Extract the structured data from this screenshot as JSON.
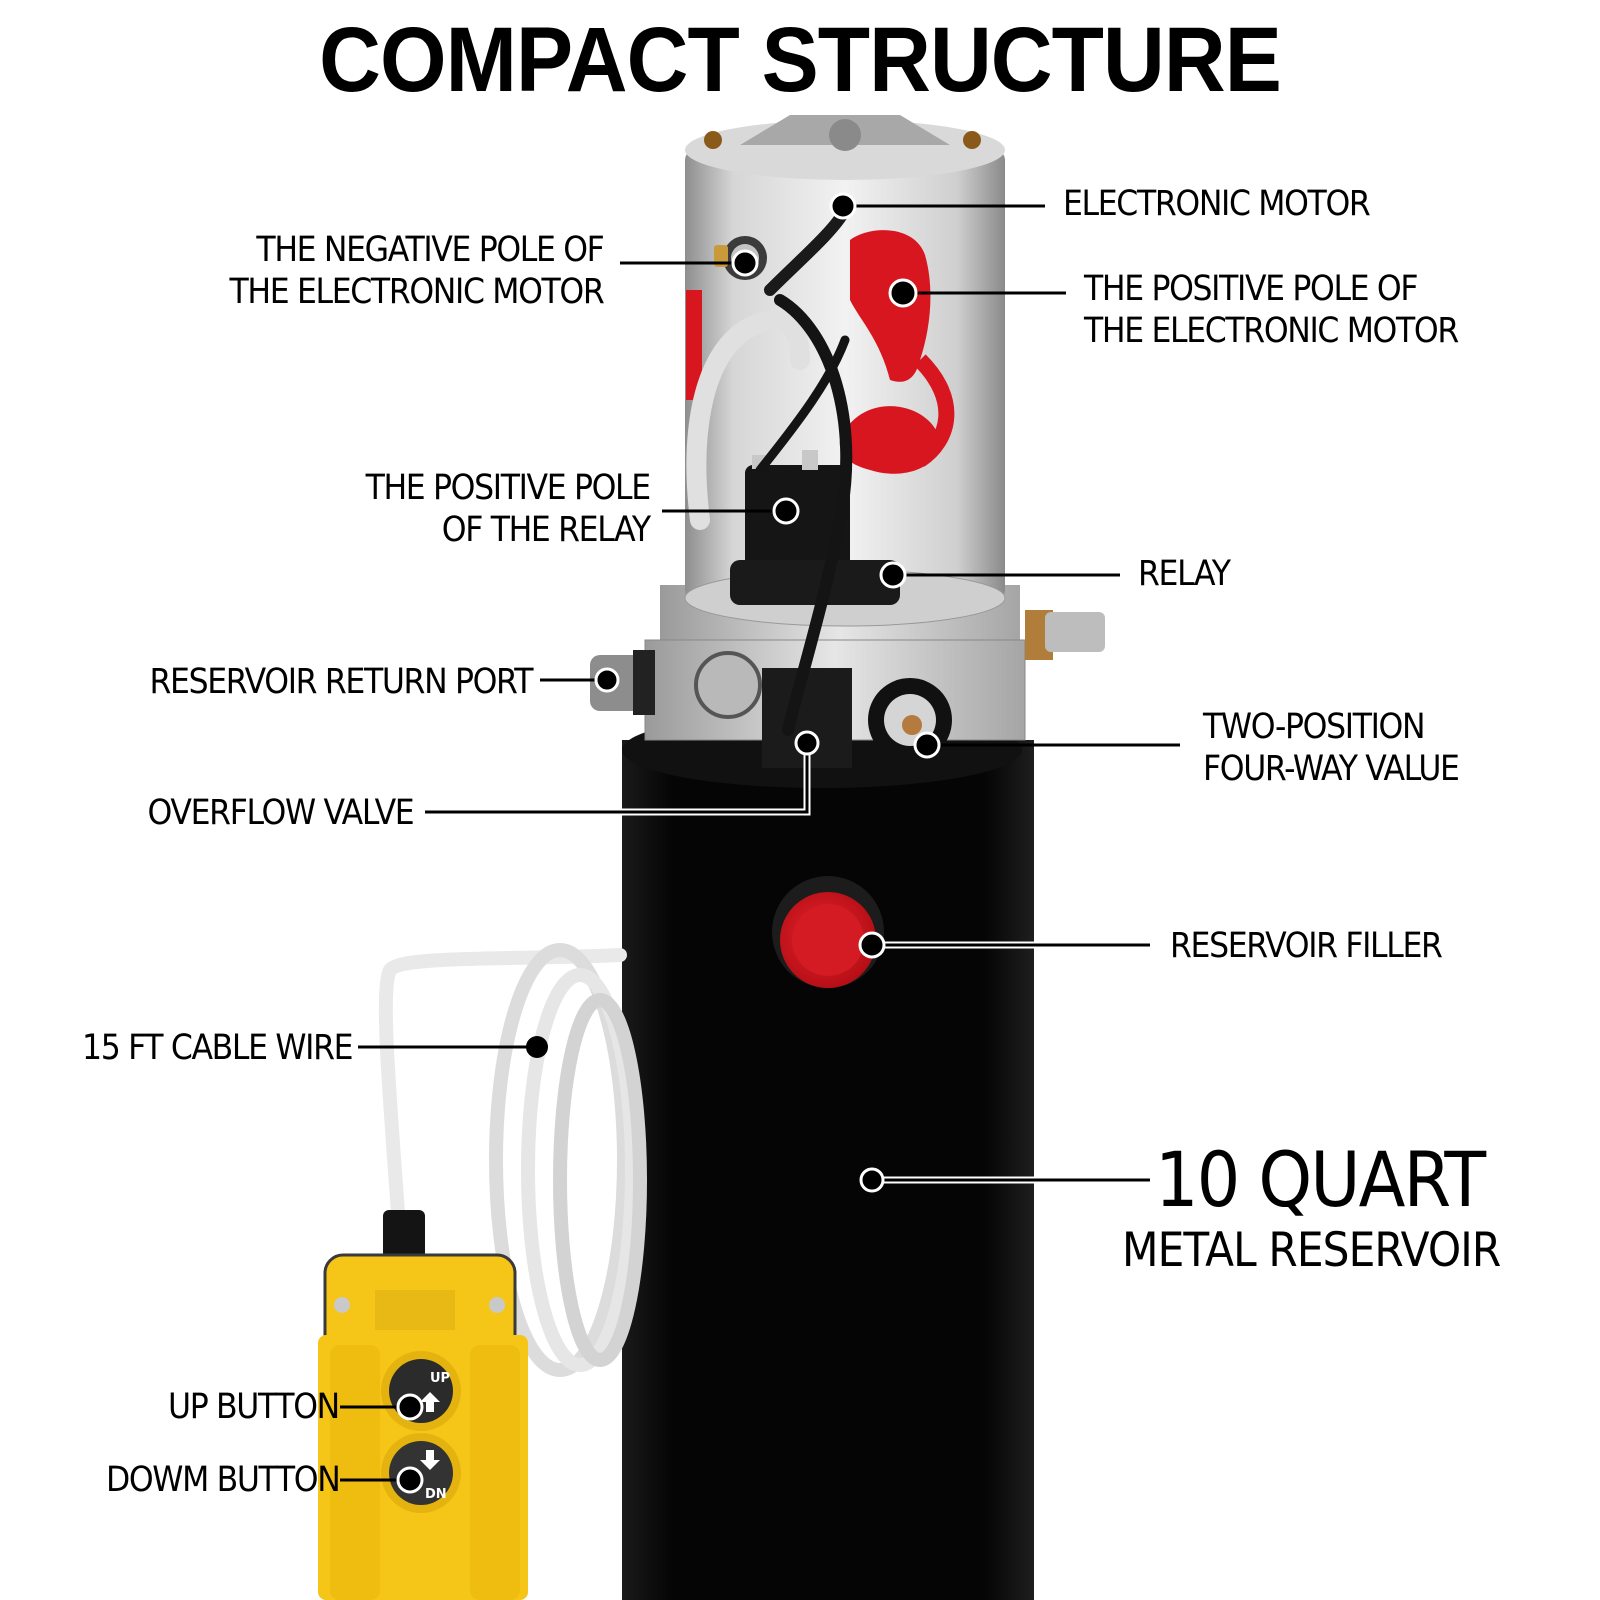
{
  "title": "COMPACT STRUCTURE",
  "callouts": {
    "electronic_motor": {
      "lines": [
        "ELECTRONIC MOTOR"
      ]
    },
    "negative_pole_motor": {
      "lines": [
        "THE NEGATIVE POLE OF",
        "THE ELECTRONIC MOTOR"
      ]
    },
    "positive_pole_motor": {
      "lines": [
        "THE POSITIVE POLE OF",
        "THE ELECTRONIC MOTOR"
      ]
    },
    "positive_pole_relay": {
      "lines": [
        "THE POSITIVE POLE",
        "OF THE RELAY"
      ]
    },
    "relay": {
      "lines": [
        "RELAY"
      ]
    },
    "reservoir_return_port": {
      "lines": [
        "RESERVOIR RETURN PORT"
      ]
    },
    "two_position_valve": {
      "lines": [
        "TWO-POSITION",
        "FOUR-WAY VALUE"
      ]
    },
    "overflow_valve": {
      "lines": [
        "OVERFLOW VALVE"
      ]
    },
    "reservoir_filler": {
      "lines": [
        "RESERVOIR FILLER"
      ]
    },
    "cable_wire": {
      "lines": [
        "15 FT CABLE WIRE"
      ]
    },
    "reservoir": {
      "lines": [
        "10 QUART",
        "METAL RESERVOIR"
      ]
    },
    "up_button": {
      "lines": [
        "UP BUTTON"
      ]
    },
    "down_button": {
      "lines": [
        "DOWM BUTTON"
      ]
    }
  },
  "remote": {
    "up_glyph": "UP",
    "down_glyph": "DN"
  },
  "colors": {
    "background": "#ffffff",
    "text": "#000000",
    "reservoir": "#070707",
    "motor_silver": "#c9c9c9",
    "terminal_red": "#d8161f",
    "remote_yellow": "#f5c518",
    "cable_white": "#eeeeee"
  }
}
